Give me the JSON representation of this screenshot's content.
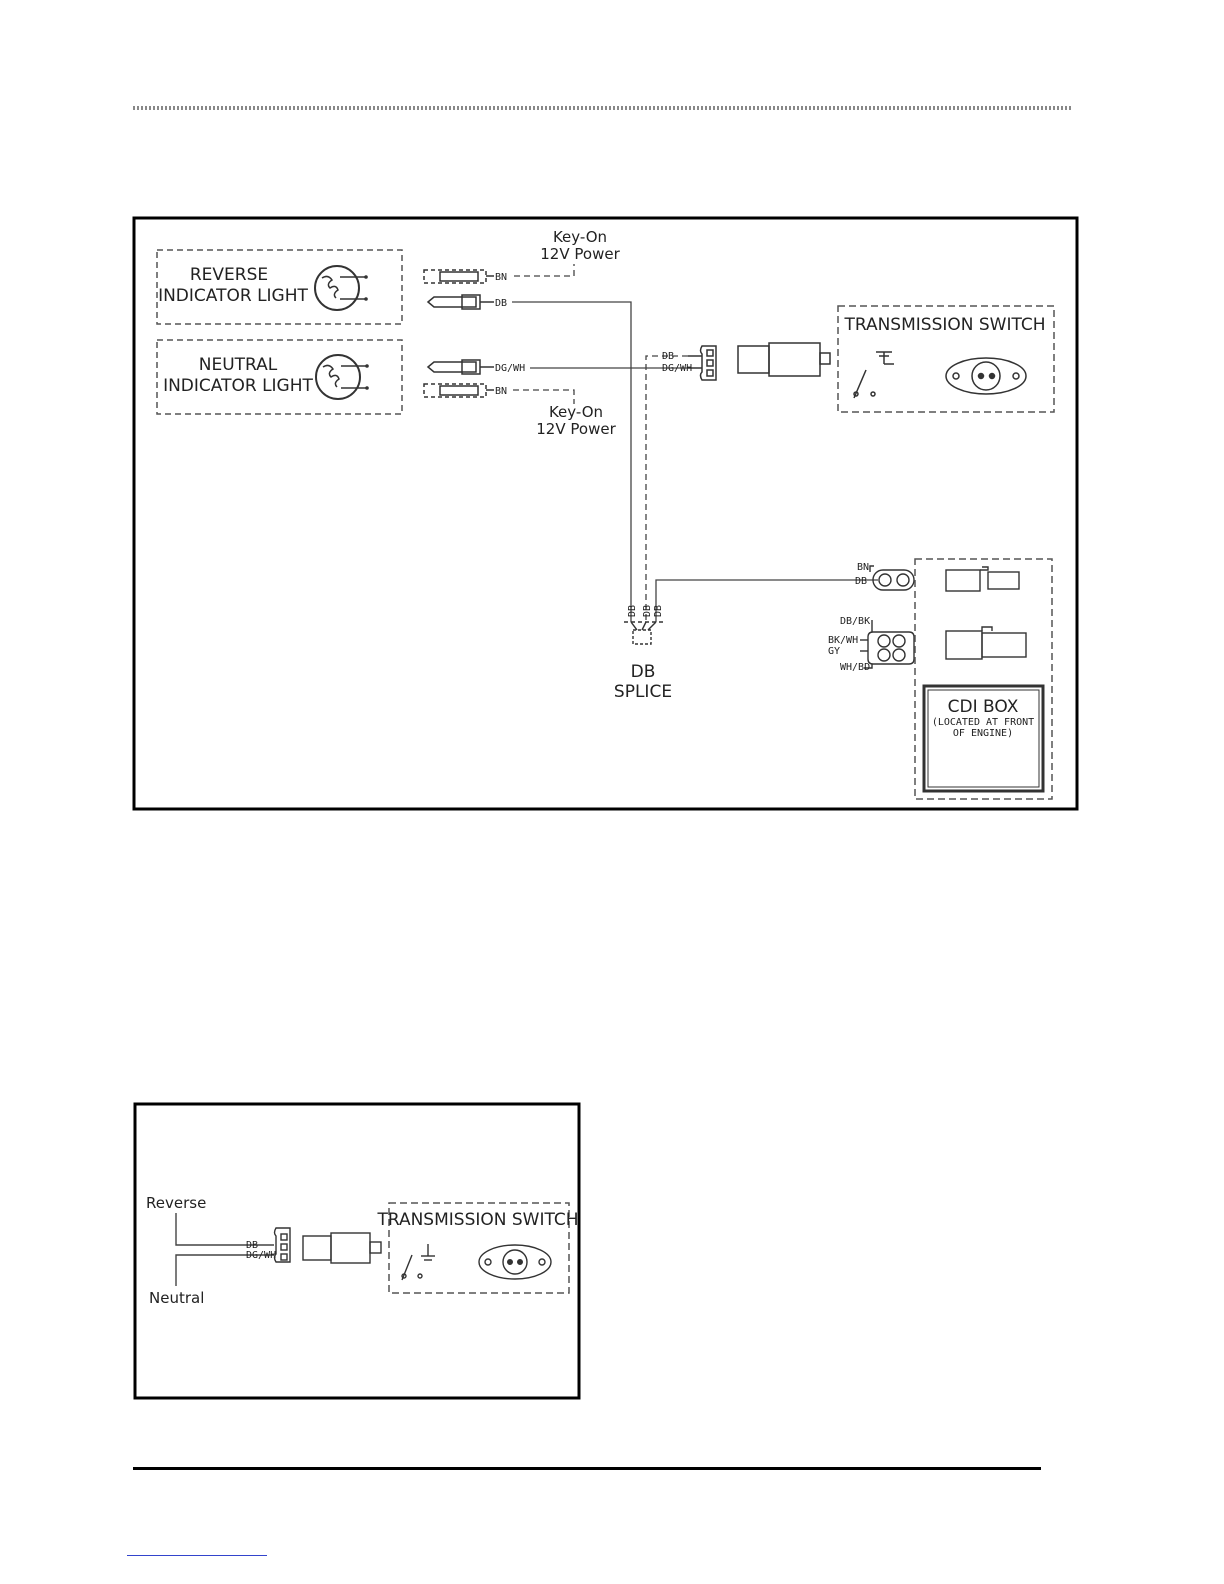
{
  "diagram1": {
    "reverse_label_1": "REVERSE",
    "reverse_label_2": "INDICATOR  LIGHT",
    "neutral_label_1": "NEUTRAL",
    "neutral_label_2": "INDICATOR  LIGHT",
    "keyon_top_1": "Key-On",
    "keyon_top_2": "12V Power",
    "keyon_bottom_1": "Key-On",
    "keyon_bottom_2": "12V Power",
    "wire_bn_top": "BN",
    "wire_db_top": "DB",
    "wire_dgwh": "DG/WH",
    "wire_bn_bottom": "BN",
    "conn_db": "DB",
    "conn_dgwh": "DG/WH",
    "transmission_switch": "TRANSMISSION  SWITCH",
    "splice_wire_1": "DB",
    "splice_wire_2": "DB",
    "splice_wire_3": "DB",
    "splice_label_1": "DB",
    "splice_label_2": "SPLICE",
    "cdi_bn": "BN",
    "cdi_db": "DB",
    "cdi_dbbk": "DB/BK",
    "cdi_bkwh": "BK/WH",
    "cdi_gy": "GY",
    "cdi_whbd": "WH/BD",
    "cdi_box": "CDI  BOX",
    "cdi_note_1": "(LOCATED AT FRONT",
    "cdi_note_2": "OF ENGINE)"
  },
  "diagram2": {
    "reverse": "Reverse",
    "neutral": "Neutral",
    "conn_db": "DB",
    "conn_dgwh": "DG/WH",
    "transmission_switch": "TRANSMISSION  SWITCH"
  }
}
